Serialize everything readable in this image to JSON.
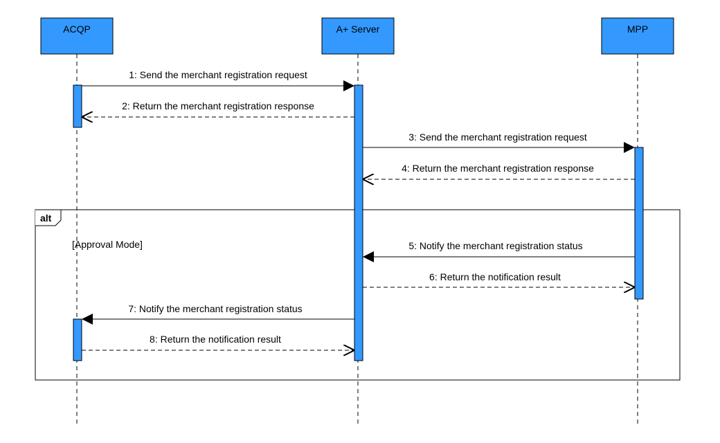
{
  "participants": [
    {
      "id": "acqp",
      "label": "ACQP"
    },
    {
      "id": "server",
      "label": "A+ Server"
    },
    {
      "id": "mpp",
      "label": "MPP"
    }
  ],
  "messages": [
    {
      "label": "1: Send the merchant registration request",
      "from": "acqp",
      "to": "server",
      "kind": "sync"
    },
    {
      "label": "2: Return the merchant registration response",
      "from": "server",
      "to": "acqp",
      "kind": "return"
    },
    {
      "label": "3: Send the merchant registration request",
      "from": "server",
      "to": "mpp",
      "kind": "sync"
    },
    {
      "label": "4: Return the merchant registration response",
      "from": "mpp",
      "to": "server",
      "kind": "return"
    },
    {
      "label": "5: Notify the merchant registration status",
      "from": "mpp",
      "to": "server",
      "kind": "sync"
    },
    {
      "label": "6: Return the notification result",
      "from": "server",
      "to": "mpp",
      "kind": "return"
    },
    {
      "label": "7: Notify the merchant registration status",
      "from": "server",
      "to": "acqp",
      "kind": "sync"
    },
    {
      "label": "8: Return the notification result",
      "from": "acqp",
      "to": "server",
      "kind": "return"
    }
  ],
  "fragment": {
    "operator": "alt",
    "guard": "[Approval Mode]"
  },
  "colors": {
    "participant_fill": "#3399ff",
    "activation_fill": "#3399ff",
    "line": "#000000"
  }
}
